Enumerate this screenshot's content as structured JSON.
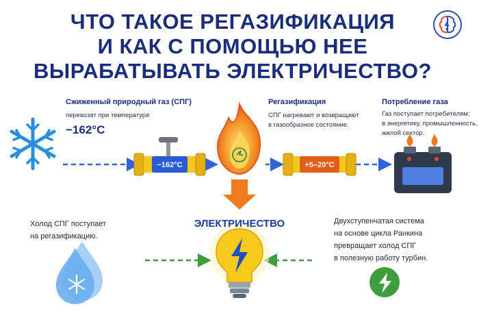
{
  "title": {
    "line1": "ЧТО ТАКОЕ РЕГАЗИФИКАЦИЯ",
    "line2": "И КАК С ПОМОЩЬЮ НЕЕ",
    "line3": "ВЫРАБАТЫВАТЬ ЭЛЕКТРИЧЕСТВО?"
  },
  "lng": {
    "heading": "Сжиженный природный газ (СПГ)",
    "subtitle": "перевозят при температуре",
    "temperature": "−162°C",
    "pipe_label": "−162°C"
  },
  "regas": {
    "heading": "Регазификация",
    "line1": "СПГ нагревают и возвращают",
    "line2": "в газообразное состояние.",
    "pipe_label": "+5–20°C"
  },
  "consumption": {
    "heading": "Потребление газа",
    "line1": "Газ поступает потребителям:",
    "line2": "в энергетику, промышленность,",
    "line3": "жилой сектор."
  },
  "electricity": {
    "label": "ЭЛЕКТРИЧЕСТВО"
  },
  "cold_card": {
    "line1": "Холод СПГ поступает",
    "line2": "на регазификацию."
  },
  "rankine_card": {
    "line1": "Двухступенчатая система",
    "line2": "на основе цикла Ранкина",
    "line3": "превращает холод СПГ",
    "line4": "в полезную работу турбин."
  },
  "colors": {
    "title": "#1a2d7a",
    "pipe_yellow": "#f5c61f",
    "arrow_blue": "#2f63d8",
    "arrow_green": "#3e9e3e",
    "flame_orange": "#f07a1e",
    "snowflake_blue": "#2a8de0"
  },
  "icons": [
    "snowflake-icon",
    "valve-icon",
    "flame-icon",
    "down-arrow-icon",
    "stove-icon",
    "water-drop-icon",
    "lightbulb-icon",
    "lightning-icon",
    "brain-logo-icon"
  ]
}
